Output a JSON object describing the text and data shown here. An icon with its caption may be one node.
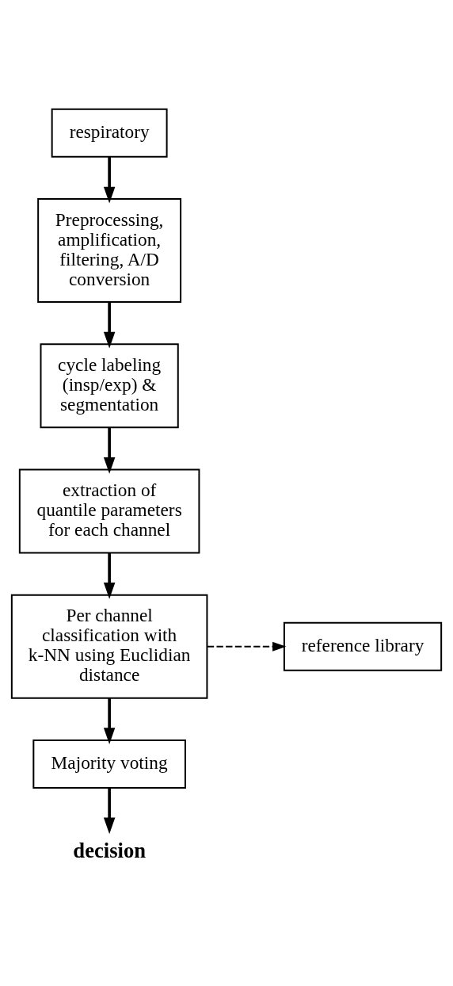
{
  "diagram": {
    "nodes": [
      {
        "text": [
          "respiratory"
        ]
      },
      {
        "text": [
          "Preprocessing, amplification, filtering, A/D conversion"
        ]
      },
      {
        "text": [
          "cycle labeling (insp/exp) & segmentation"
        ]
      },
      {
        "text": [
          "extraction of quantile parameters for each channel"
        ]
      },
      {
        "text": [
          "Per channel classification with k-NN using Euclidian distance"
        ]
      },
      {
        "text": [
          "reference library"
        ]
      },
      {
        "text": [
          "Majority voting"
        ]
      },
      {
        "text": [
          "decision"
        ]
      }
    ],
    "edges": [
      {
        "from": 0,
        "to": 1,
        "arrow": "to"
      },
      {
        "from": 1,
        "to": 2,
        "arrow": "to"
      },
      {
        "from": 2,
        "to": 3,
        "arrow": "to"
      },
      {
        "from": 3,
        "to": 4,
        "arrow": "to"
      },
      {
        "from": 4,
        "to": 5,
        "arrow": "to",
        "style": "dashed"
      },
      {
        "from": 4,
        "to": 6,
        "arrow": "to"
      },
      {
        "from": 6,
        "to": 7,
        "arrow": "to"
      }
    ]
  }
}
